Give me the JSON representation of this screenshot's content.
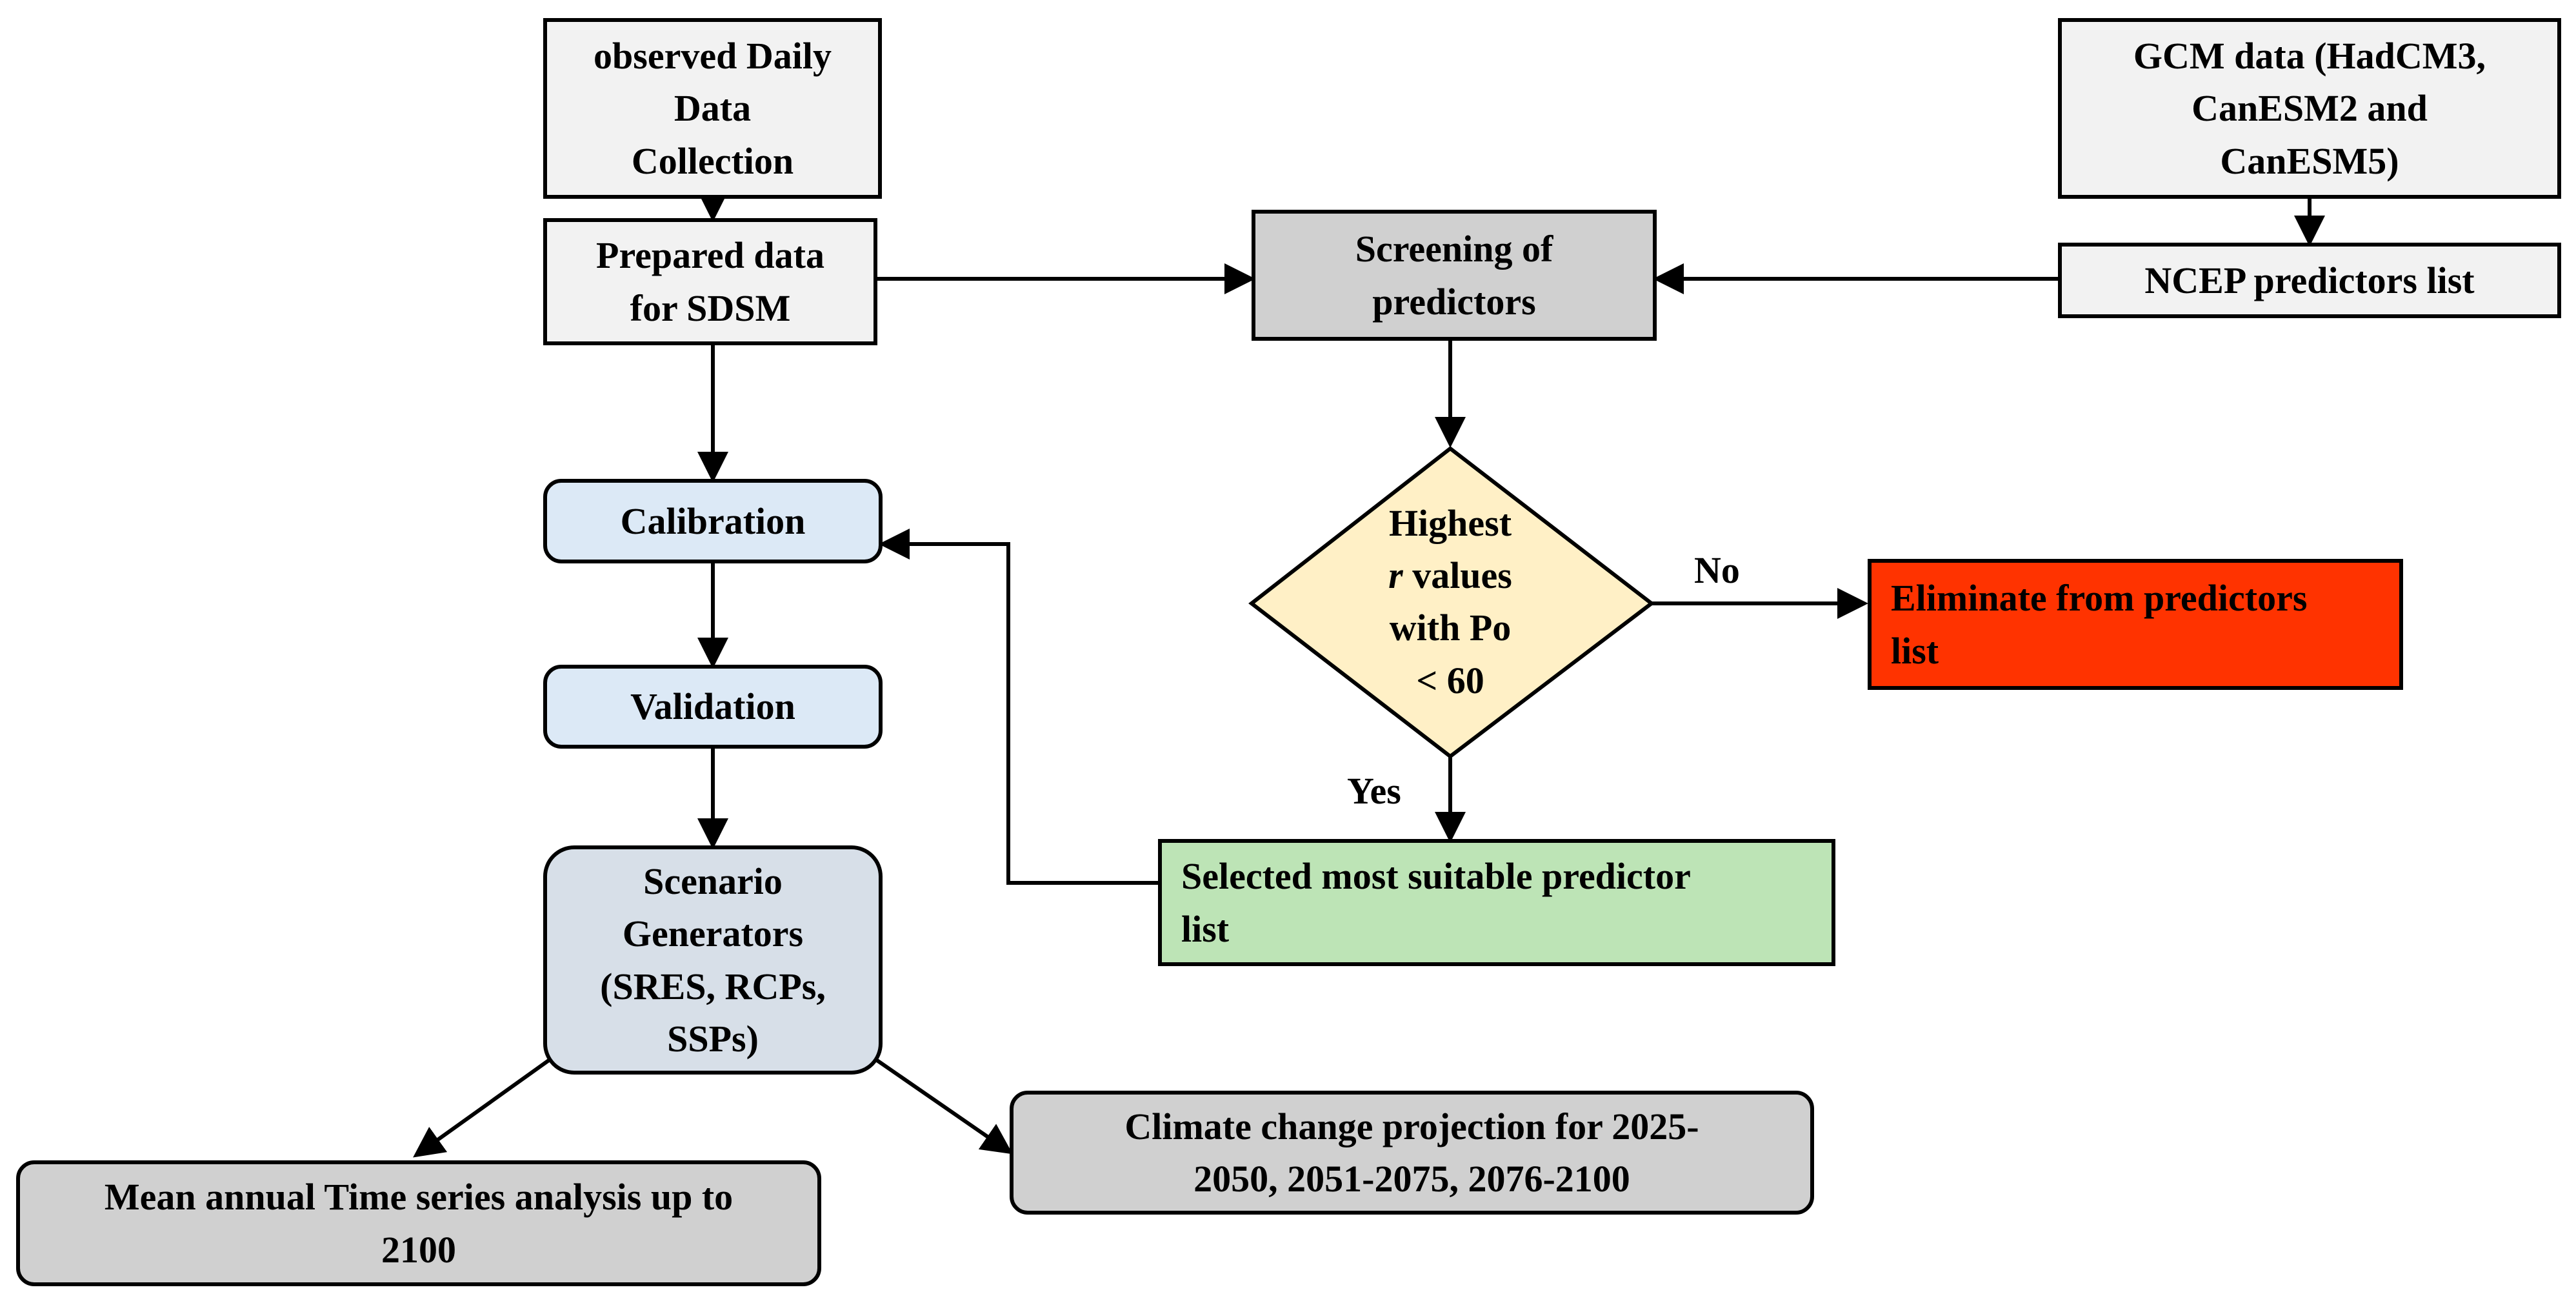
{
  "nodes": {
    "observed": "observed Daily\nData\nCollection",
    "prepared": "Prepared data\nfor SDSM",
    "screening": "Screening of\npredictors",
    "gcm": "GCM data (HadCM3,\nCanESM2 and\nCanESM5)",
    "ncep": "NCEP predictors list",
    "calibration": "Calibration",
    "validation": "Validation",
    "scenario": "Scenario\nGenerators\n(SRES, RCPs,\nSSPs)",
    "decision_line1": "Highest",
    "decision_r": "r",
    "decision_line2": " values",
    "decision_line3": "with Po",
    "decision_line4": "< 60",
    "eliminate": "Eliminate from predictors\nlist",
    "selected": "Selected most suitable predictor\nlist",
    "climate": "Climate change projection for 2025-\n2050, 2051-2075, 2076-2100",
    "mean": "Mean annual Time series analysis up to\n2100"
  },
  "edge_labels": {
    "no": "No",
    "yes": "Yes"
  }
}
